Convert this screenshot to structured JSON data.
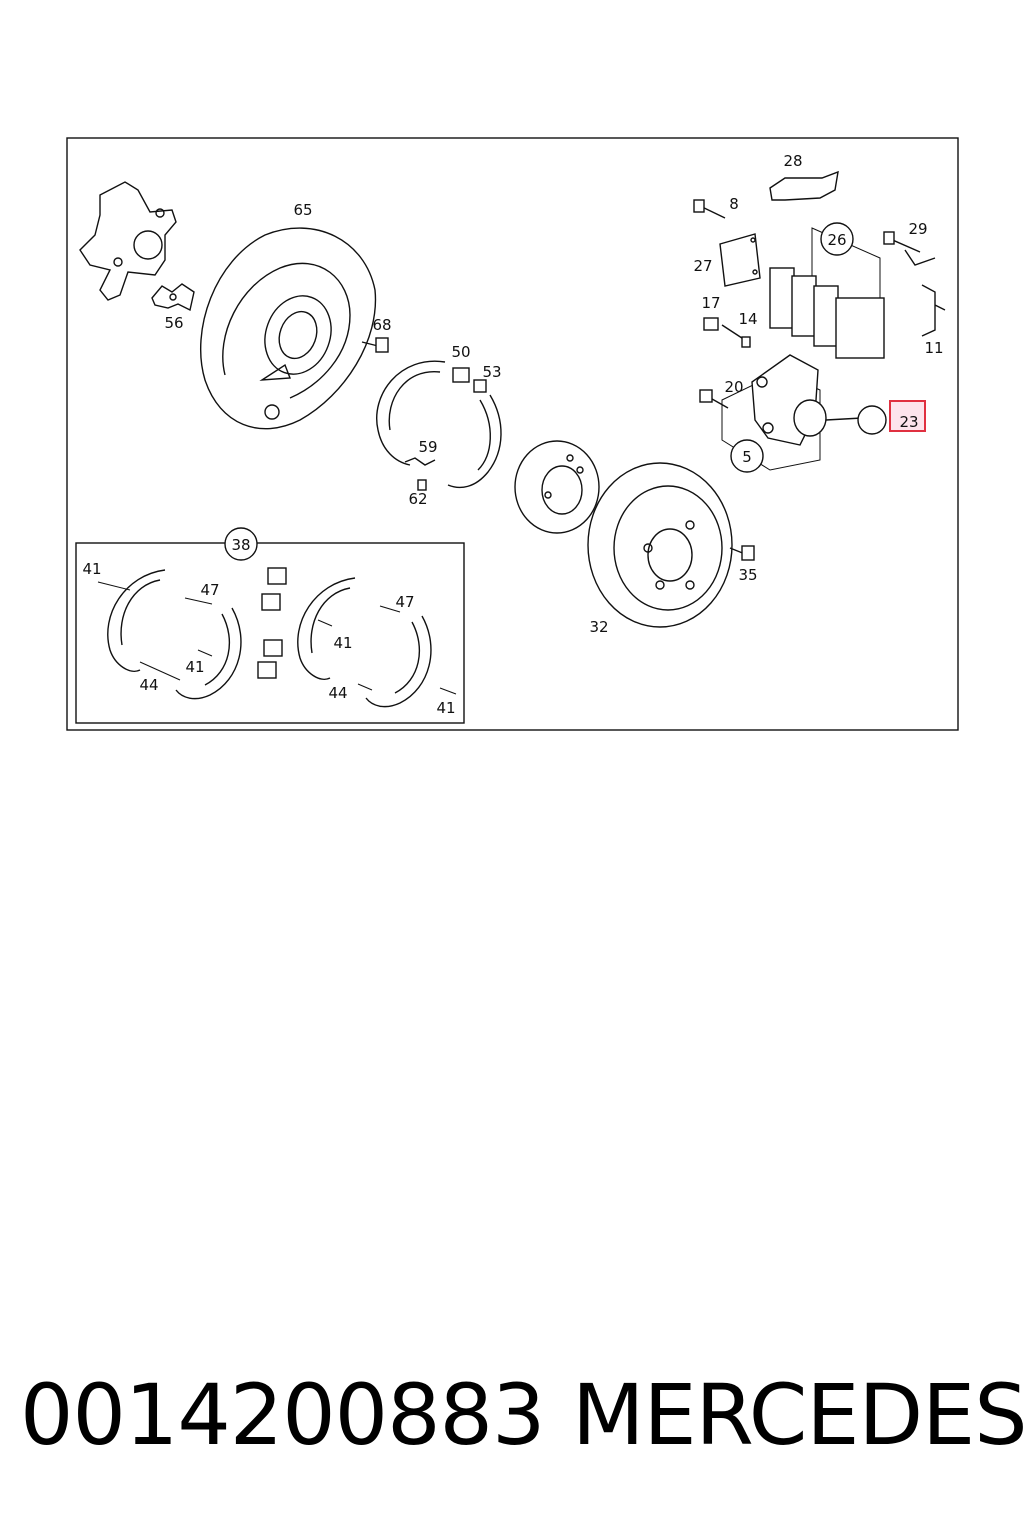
{
  "labels": {
    "l65": "65",
    "l56": "56",
    "l68": "68",
    "l50": "50",
    "l53": "53",
    "l59": "59",
    "l62": "62",
    "l28": "28",
    "l8": "8",
    "l26": "26",
    "l29": "29",
    "l27": "27",
    "l17": "17",
    "l14": "14",
    "l11": "11",
    "l20": "20",
    "l23": "23",
    "l5": "5",
    "l35": "35",
    "l32": "32",
    "l38": "38",
    "l41a": "41",
    "l47a": "47",
    "l41b": "41",
    "l44a": "44",
    "l47b": "47",
    "l41c": "41",
    "l44b": "44",
    "l41d": "41"
  },
  "highlight_color": "#e03040",
  "footer": {
    "part_number": "0014200883",
    "brand": "MERCEDES"
  }
}
